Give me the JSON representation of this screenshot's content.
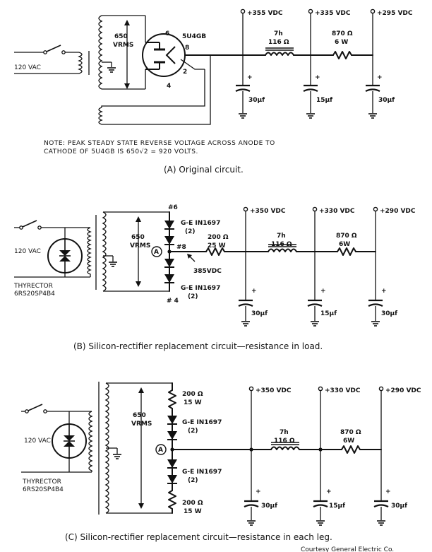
{
  "figure": {
    "a": {
      "ac_in": "120 VAC",
      "xfmr_v": "650",
      "xfmr_unit": "VRMS",
      "tube": "5U4GB",
      "pin_6": "6",
      "pin_8": "8",
      "pin_2": "2",
      "pin_4": "4",
      "v1": "+355 VDC",
      "v2": "+335 VDC",
      "v3": "+295 VDC",
      "choke": "7h",
      "choke_r": "116 Ω",
      "res": "870 Ω",
      "res_w": "6 W",
      "c1": "30μf",
      "c2": "15μf",
      "c3": "30μf",
      "note_1": "NOTE:  PEAK STEADY STATE REVERSE VOLTAGE ACROSS ANODE TO",
      "note_2": "CATHODE OF 5U4GB IS  650√2 = 920  VOLTS.",
      "caption": "(A)  Original  circuit."
    },
    "b": {
      "ac_in": "120 VAC",
      "thyr_1": "THYRECTOR",
      "thyr_2": "6RS20SP4B4",
      "xfmr_v": "650",
      "xfmr_unit": "VRMS",
      "pin_6": "#6",
      "pin_8": "#8",
      "pin_4": "# 4",
      "node": "A",
      "diode_top_1": "G-E  IN1697",
      "diode_top_2": "(2)",
      "diode_bot_1": "G-E  IN1697",
      "diode_bot_2": "(2)",
      "series_r": "200 Ω",
      "series_w": "25 W",
      "tap_v": "385VDC",
      "v1": "+350 VDC",
      "v2": "+330 VDC",
      "v3": "+290 VDC",
      "choke": "7h",
      "choke_r": "116 Ω",
      "res": "870 Ω",
      "res_w": "6W",
      "c1": "30μf",
      "c2": "15μf",
      "c3": "30μf",
      "caption": "(B)  Silicon-rectifier  replacement  circuit—resistance  in  load."
    },
    "c": {
      "ac_in": "120 VAC",
      "thyr_1": "THYRECTOR",
      "thyr_2": "6RS20SP4B4",
      "xfmr_v": "650",
      "xfmr_unit": "VRMS",
      "node": "A",
      "r_top": "200 Ω",
      "r_top_w": "15 W",
      "diode_top_1": "G-E  IN1697",
      "diode_top_2": "(2)",
      "diode_bot_1": "G-E  IN1697",
      "diode_bot_2": "(2)",
      "r_bot": "200 Ω",
      "r_bot_w": "15 W",
      "v1": "+350 VDC",
      "v2": "+330 VDC",
      "v3": "+290 VDC",
      "choke": "7h",
      "choke_r": "116 Ω",
      "res": "870 Ω",
      "res_w": "6W",
      "c1": "30μf",
      "c2": "15μf",
      "c3": "30μf",
      "caption": "(C)  Silicon-rectifier  replacement  circuit—resistance  in  each  leg."
    },
    "credit": "Courtesy  General  Electric  Co."
  }
}
